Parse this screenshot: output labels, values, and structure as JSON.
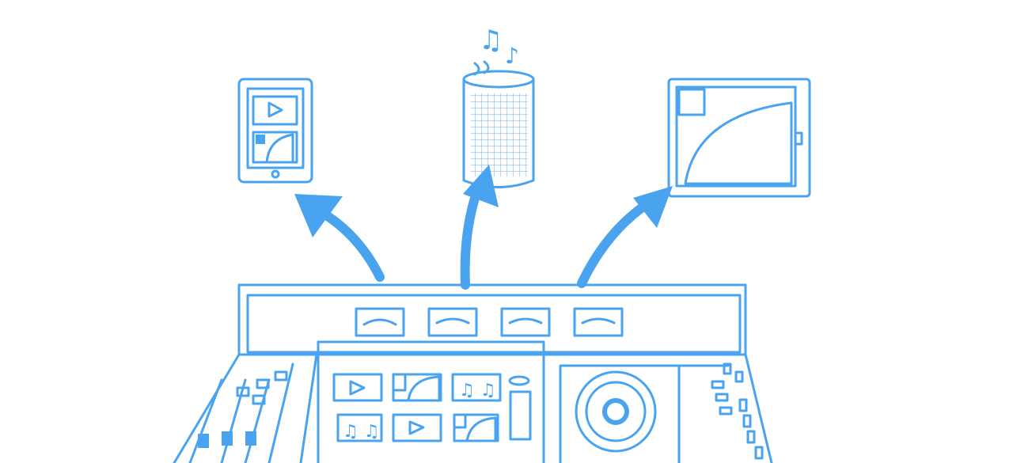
{
  "colors": {
    "stroke": "#4aa3ee",
    "background": "#ffffff"
  },
  "scene": {
    "devices": [
      "tablet-icon",
      "smart-speaker-icon",
      "monitor-icon"
    ],
    "arrows": [
      "arrow-to-tablet",
      "arrow-to-speaker",
      "arrow-to-monitor"
    ],
    "console": {
      "meters": 4,
      "screen_tiles": [
        "play-icon",
        "image-icon",
        "music-icon",
        "music-icon",
        "play-icon",
        "image-icon"
      ]
    }
  }
}
